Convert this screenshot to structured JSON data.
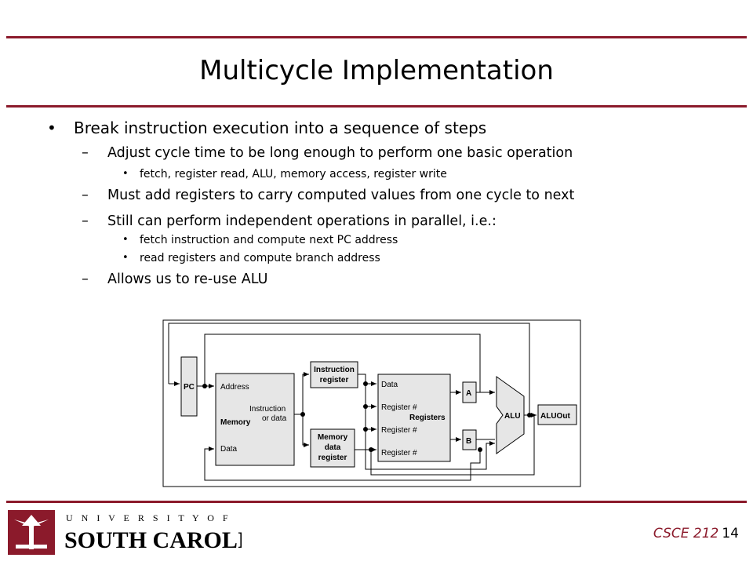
{
  "slide": {
    "title": "Multicycle Implementation",
    "bullets": {
      "l1": "Break instruction execution into a sequence of steps",
      "l2a": "Adjust cycle time to be long enough to perform one basic operation",
      "l3a": "fetch, register read, ALU, memory access, register write",
      "l2b": "Must add registers to carry computed values from one cycle to next",
      "l2c": "Still can perform independent operations in parallel, i.e.:",
      "l3b": "fetch instruction and compute next PC address",
      "l3c": "read registers and compute branch address",
      "l2d": "Allows us to re-use ALU"
    }
  },
  "diagram": {
    "pc": "PC",
    "memory": "Memory",
    "address": "Address",
    "instr_or_data_1": "Instruction",
    "instr_or_data_2": "or data",
    "data_in": "Data",
    "ir_1": "Instruction",
    "ir_2": "register",
    "mdr_1": "Memory",
    "mdr_2": "data",
    "mdr_3": "register",
    "reg_data": "Data",
    "reg_num": "Register #",
    "registers": "Registers",
    "a": "A",
    "b": "B",
    "alu": "ALU",
    "aluout": "ALUOut"
  },
  "footer": {
    "course": "CSCE 212",
    "page": "14",
    "logo_top": "U N I V E R S I T Y   O F",
    "logo_bottom": "SOUTH CAROLINA."
  },
  "colors": {
    "accent": "#8b1a2b"
  }
}
